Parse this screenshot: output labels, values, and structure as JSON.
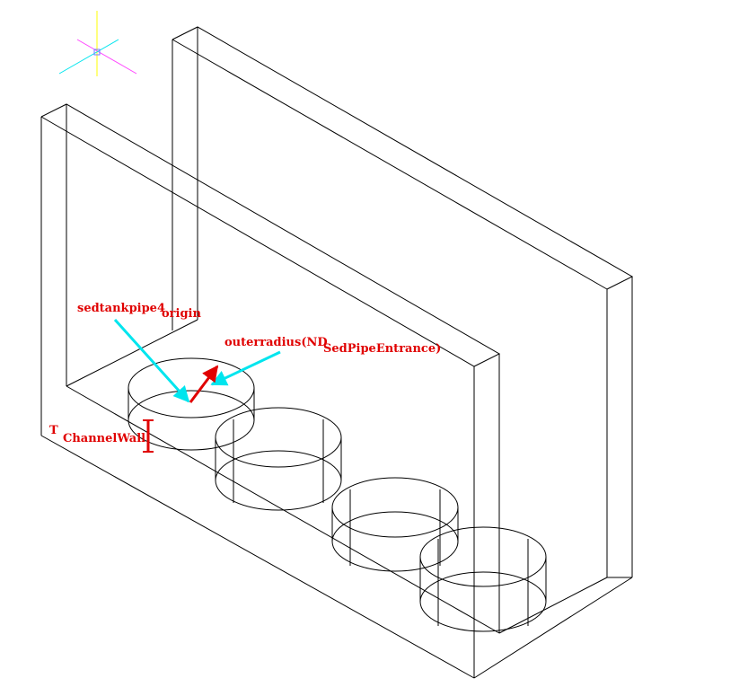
{
  "labels": {
    "pipe_name": "sedtankpipe4",
    "origin": "origin",
    "outer_radius": "outerradius(ND",
    "sed_pipe_entrance": "SedPipeEntrance)",
    "t": "T",
    "channel_wall": "ChannelWall"
  },
  "colors": {
    "background": "#ffffff",
    "wireframe": "#000000",
    "annotation_text": "#e00000",
    "dimension_arrow": "#e00000",
    "leader_arrow": "#00e5ee",
    "ucs_x_axis": "#ff44ff",
    "ucs_y_axis": "#00e5ee",
    "ucs_z_axis": "#ffff00"
  },
  "icons": {
    "ucs": "ucs-axis-tripod-icon"
  }
}
